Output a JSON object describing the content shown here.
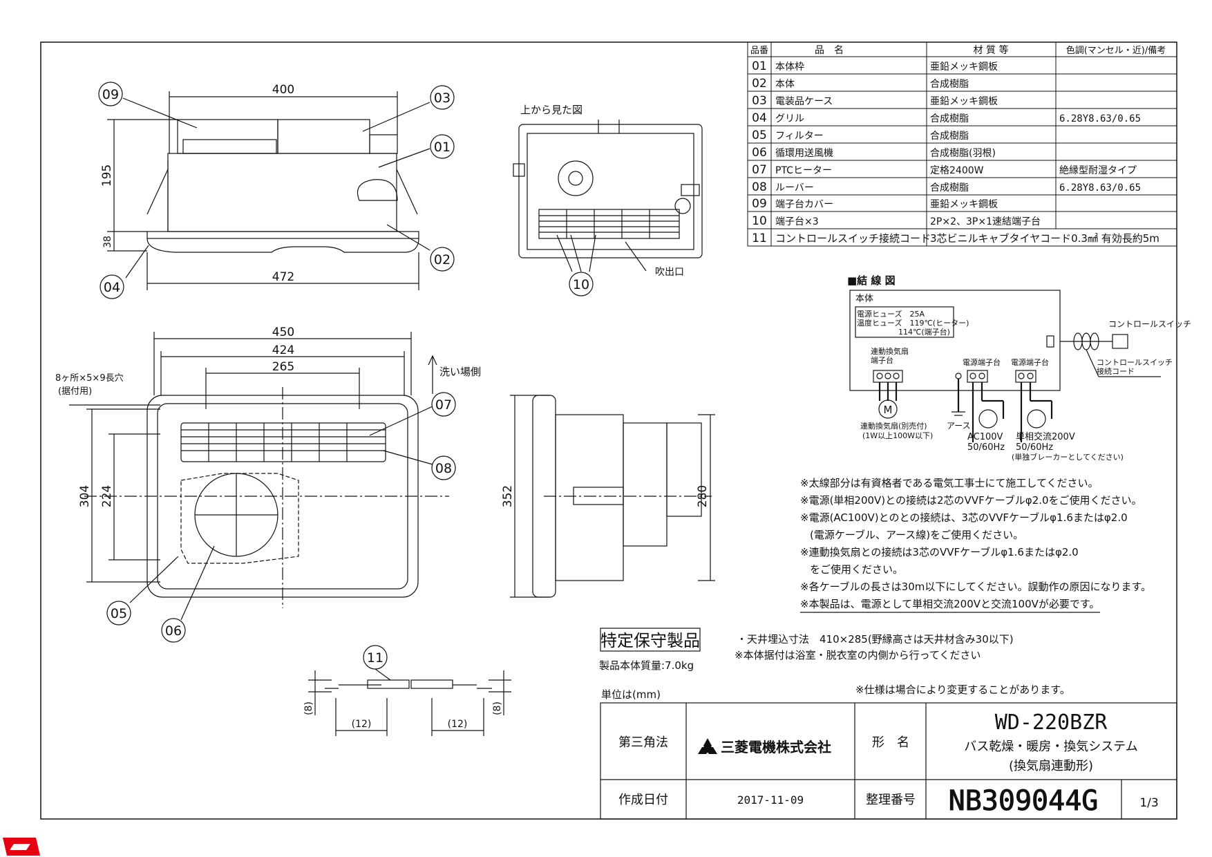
{
  "parts_table": {
    "headers": [
      "品番",
      "品　名",
      "材 質 等",
      "色調(マンセル・近)/備考"
    ],
    "rows": [
      {
        "no": "01",
        "name": "本体枠",
        "material": "亜鉛メッキ鋼板",
        "note": ""
      },
      {
        "no": "02",
        "name": "本体",
        "material": "合成樹脂",
        "note": ""
      },
      {
        "no": "03",
        "name": "電装品ケース",
        "material": "亜鉛メッキ鋼板",
        "note": ""
      },
      {
        "no": "04",
        "name": "グリル",
        "material": "合成樹脂",
        "note": "6.28Y8.63/0.65"
      },
      {
        "no": "05",
        "name": "フィルター",
        "material": "合成樹脂",
        "note": ""
      },
      {
        "no": "06",
        "name": "循環用送風機",
        "material": "合成樹脂(羽根)",
        "note": ""
      },
      {
        "no": "07",
        "name": "PTCヒーター",
        "material": "定格2400W",
        "note": "絶縁型耐湿タイプ"
      },
      {
        "no": "08",
        "name": "ルーバー",
        "material": "合成樹脂",
        "note": "6.28Y8.63/0.65"
      },
      {
        "no": "09",
        "name": "端子台カバー",
        "material": "亜鉛メッキ鋼板",
        "note": ""
      },
      {
        "no": "10",
        "name": "端子台×3",
        "material": "2P×2、3P×1速結端子台",
        "note": ""
      },
      {
        "no": "11",
        "name": "コントロールスイッチ接続コード",
        "material": "3芯ビニルキャブタイヤコード0.3㎟ 有効長約5m",
        "note": ""
      }
    ]
  },
  "callouts": [
    "01",
    "02",
    "03",
    "04",
    "05",
    "06",
    "07",
    "08",
    "09",
    "10",
    "11"
  ],
  "dimensions": {
    "side_top": "400",
    "side_height": "195",
    "side_grill": "38",
    "side_bottom": "472",
    "front_w1": "450",
    "front_w2": "424",
    "front_w3": "265",
    "front_h1": "304",
    "front_h2": "224",
    "right_h1": "352",
    "right_h2": "280",
    "cord_d1": "(8)",
    "cord_d2": "(8)",
    "cord_l1": "(12)",
    "cord_l2": "(12)"
  },
  "labels": {
    "top_view": "上から見た図",
    "outlet": "吹出口",
    "wash_side": "洗い場側",
    "holes_line1": "8ヶ所×5×9長穴",
    "holes_line2": "(据付用)"
  },
  "wiring": {
    "title": "■結 線 図",
    "body": "本体",
    "fuse1": "電源ヒューズ　25A",
    "fuse2": "温度ヒューズ　119℃(ヒーター)",
    "fuse3": "114℃(端子台)",
    "term_fan_1": "連動換気扇",
    "term_fan_2": "端子台",
    "term_power1": "電源端子台",
    "term_power2": "電源端子台",
    "switch": "コントロールスイッチ",
    "cord_1": "コントロールスイッチ",
    "cord_2": "接続コード",
    "motor": "M",
    "fan_label_1": "連動換気扇(別売付)",
    "fan_label_2": "(1W以上100W以下)",
    "earth": "アース",
    "ac100_1": "AC100V",
    "ac100_2": "50/60Hz",
    "ac200_1": "単相交流200V",
    "ac200_2": "50/60Hz",
    "ac200_3": "(単独ブレーカーとしてください)"
  },
  "notes": [
    "※太線部分は有資格者である電気工事士にて施工してください。",
    "※電源(単相200V)との接続は2芯のVVFケーブルφ2.0をご使用ください。",
    "※電源(AC100V)とのとの接続は、3芯のVVFケーブルφ1.6またはφ2.0",
    "(電源ケーブル、アース線)をご使用ください。",
    "※連動換気扇との接続は3芯のVVFケーブルφ1.6またはφ2.0",
    "をご使用ください。",
    "※各ケーブルの長さは30m以下にしてください。誤動作の原因になります。",
    "※本製品は、電源として単相交流200Vと交流100Vが必要です。"
  ],
  "spec": {
    "badge": "特定保守製品",
    "mass": "製品本体質量:7.0kg",
    "ceiling": "・天井埋込寸法　410×285(野縁高さは天井材含み30以下)",
    "mount": "※本体据付は浴室・脱衣室の内側から行ってください",
    "unit": "単位は(mm)",
    "change": "※仕様は場合により変更することがあります。"
  },
  "title_block": {
    "projection": "第三角法",
    "company": "三菱電機株式会社",
    "model_label": "形　名",
    "model": "WD-220BZR",
    "desc1": "バス乾燥・暖房・換気システム",
    "desc2": "(換気扇連動形)",
    "date_label": "作成日付",
    "date": "2017-11-09",
    "ref_label": "整理番号",
    "ref": "NB309044G",
    "page": "1/3"
  },
  "colors": {
    "logo_red": "#e60012",
    "line": "#111111"
  }
}
